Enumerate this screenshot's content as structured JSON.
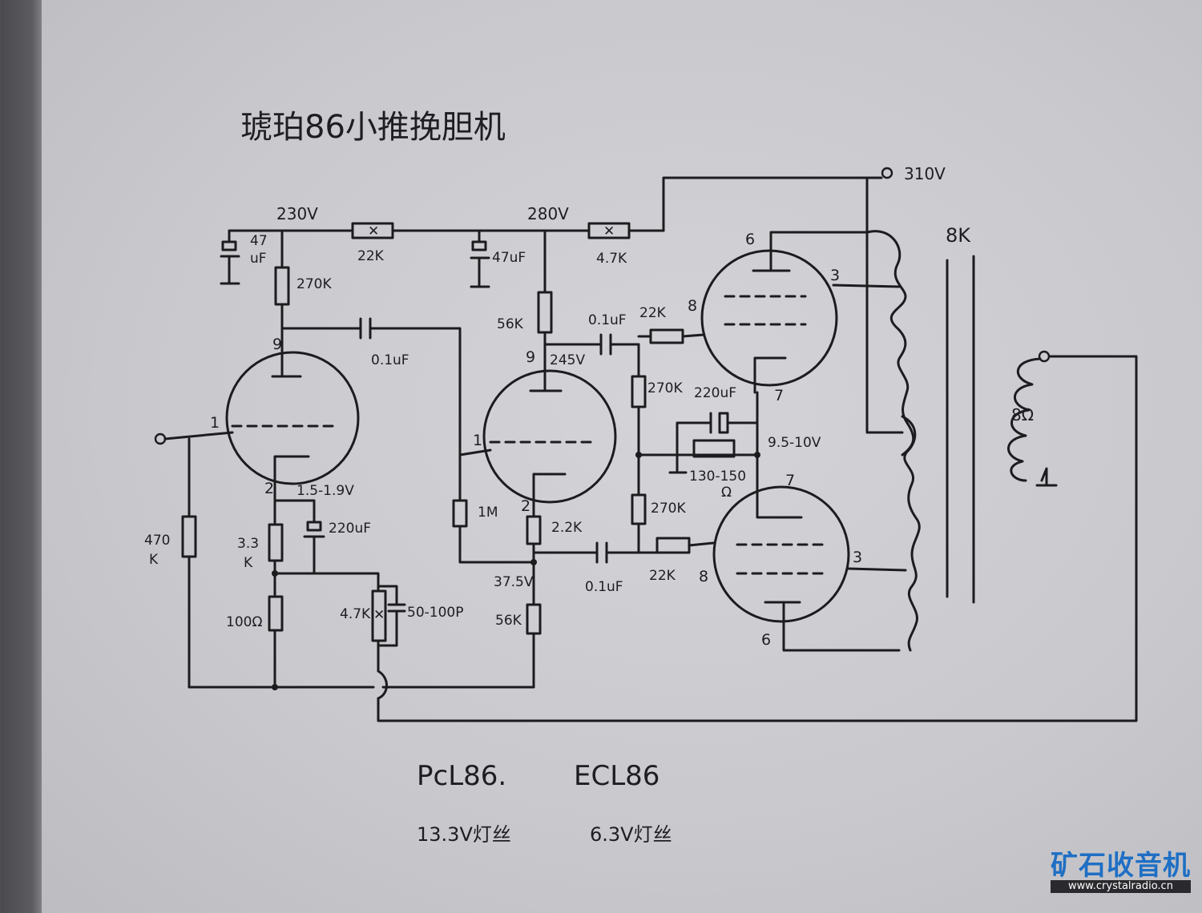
{
  "title": "琥珀86小推挽胆机",
  "voltages": {
    "b310": "310V",
    "b280": "280V",
    "b230": "230V",
    "v245": "245V",
    "v375": "37.5V",
    "cathode1": "1.5-1.9V",
    "cathode_pp": "9.5-10V"
  },
  "components": {
    "c47_a": "47",
    "c47_b": "uF",
    "r22k_top": "22K",
    "c47uf_2": "47uF",
    "r47k_top": "4.7K",
    "r270k_1": "270K",
    "r56k_1": "56K",
    "c01_1": "0.1uF",
    "c01_2": "0.1uF",
    "r22k_g1": "22K",
    "r270k_2": "270K",
    "c220_2": "220uF",
    "r130": "130-150",
    "ohm": "Ω",
    "r270k_3": "270K",
    "r22k_g2": "22K",
    "c01_3": "0.1uF",
    "r470_a": "470",
    "r470_b": "K",
    "r33_a": "3.3",
    "r33_b": "K",
    "c220_1": "220uF",
    "r100": "100Ω",
    "r47k_fb": "4.7K",
    "c50": "50-100P",
    "r1m": "1M",
    "r22k_cath": "2.2K",
    "r56k_2": "56K",
    "transformer": "8K",
    "speaker": "8Ω"
  },
  "pins": {
    "t1_anode": "9",
    "t1_grid": "1",
    "t1_cathode": "2",
    "t2_anode": "9",
    "t2_grid": "1",
    "t2_cathode": "2",
    "t3_anode": "6",
    "t3_screen": "3",
    "t3_grid": "8",
    "t3_cathode": "7",
    "t4_cathode": "7",
    "t4_grid": "8",
    "t4_screen": "3",
    "t4_anode": "6"
  },
  "tube_types": {
    "pcl": "PcL86.",
    "ecl": "ECL86",
    "pcl_heater": "13.3V灯丝",
    "ecl_heater": "6.3V灯丝"
  },
  "watermark": {
    "cn": "矿石收音机",
    "url": "www.crystalradio.cn"
  }
}
